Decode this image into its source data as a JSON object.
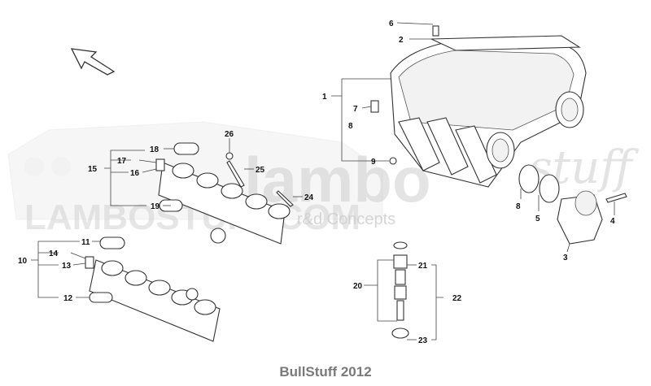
{
  "watermark": {
    "brand_big": "lambo",
    "brand_script": "stuff",
    "site": "LAMBOSTUFF.COM",
    "tagline": "r&d Concepts"
  },
  "footer": {
    "credit": "BullStuff 2012"
  },
  "callouts": {
    "c1": "1",
    "c2": "2",
    "c3": "3",
    "c4": "4",
    "c5": "5",
    "c6": "6",
    "c7": "7",
    "c8": "8",
    "c8b": "8",
    "c9": "9",
    "c10": "10",
    "c11": "11",
    "c12": "12",
    "c13": "13",
    "c14": "14",
    "c15": "15",
    "c16": "16",
    "c17": "17",
    "c18": "18",
    "c19": "19",
    "c20": "20",
    "c21": "21",
    "c22": "22",
    "c23": "23",
    "c24": "24",
    "c25": "25",
    "c26": "26"
  },
  "icons": {
    "orientation": "direction-arrow-icon"
  }
}
